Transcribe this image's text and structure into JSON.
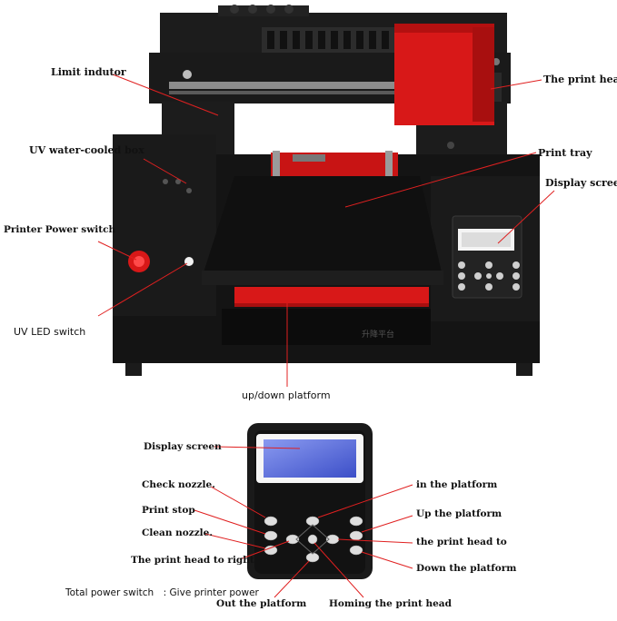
{
  "printer_labels": {
    "limit_inductor": "Limit indutor",
    "print_head": "The print head",
    "uv_water_cooled_box": "UV water-cooled box",
    "print_tray": "Print tray",
    "display_screen_top": "Display screen",
    "printer_power_switch": "Printer Power switch",
    "uv_led_switch": "UV LED switch",
    "up_down_platform": "up/down platform",
    "platform_chinese": "升降平台"
  },
  "panel_labels": {
    "display_screen": "Display screen",
    "check_nozzle": "Check nozzle.",
    "in_the_platform": "in the platform",
    "print_stop": "Print stop",
    "up_the_platform": "Up the platform",
    "clean_nozzle": "Clean nozzle.",
    "print_head_to_left": "the  print  head  to",
    "print_head_to_right": "The print head to right",
    "down_the_platform": "Down the platform",
    "total_power_switch": "Total power switch　: Give printer power",
    "out_the_platform": "Out the platform",
    "homing_print_head": "Homing the print head"
  },
  "colors": {
    "printer_body": "#141414",
    "print_head": "#d81818",
    "arrow": "#e02020",
    "display_blue": "#5a6fd8"
  }
}
